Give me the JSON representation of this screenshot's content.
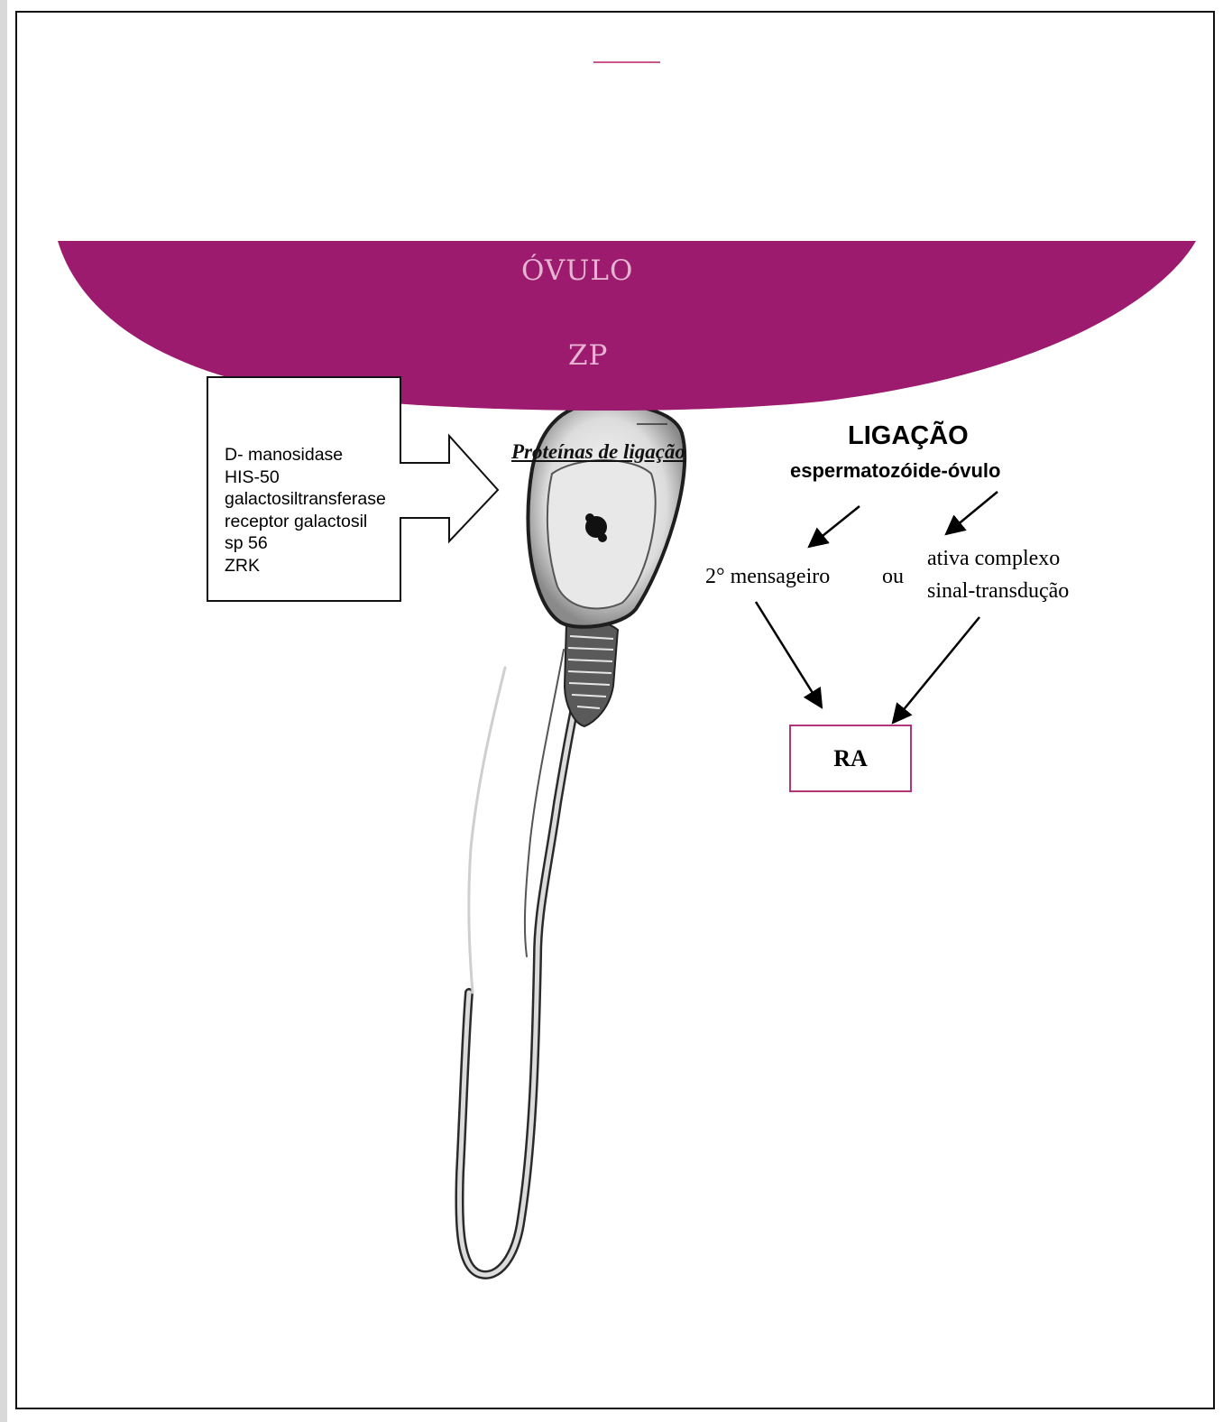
{
  "ovum": {
    "label": "ÓVULO",
    "zona_label": "ZP"
  },
  "protein_box": {
    "items": [
      "D- manosidase",
      "HIS-50",
      "galactosiltransferase",
      "receptor galactosil",
      "sp 56",
      "ZRK"
    ]
  },
  "binding_proteins_label": "Proteínas de ligação",
  "title": {
    "main": "LIGAÇÃO",
    "sub": "espermatozóide-óvulo"
  },
  "pathways": {
    "second_messenger": "2° mensageiro",
    "or": "ou",
    "signal_line1": "ativa complexo",
    "signal_line2": "sinal-transdução"
  },
  "result": "RA",
  "colors": {
    "ovum": "#9c1b6e",
    "ovum_text": "#e7b3d2",
    "ra_border": "#b2357a"
  }
}
